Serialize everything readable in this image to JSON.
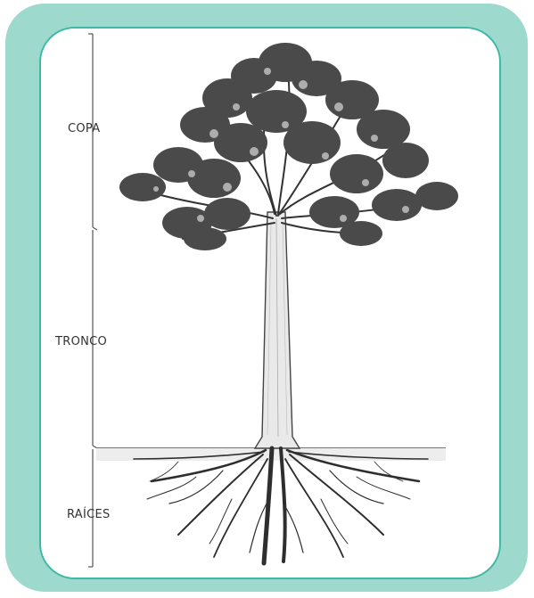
{
  "labels": {
    "crown": "COPA",
    "trunk": "TRONCO",
    "roots": "RAÍCES"
  },
  "colors": {
    "frame": "#9ed9cd",
    "frame_border": "#3fb8a6",
    "ink": "#333333",
    "foliage": "#4a4a4a",
    "trunk": "#e6e6e6"
  }
}
